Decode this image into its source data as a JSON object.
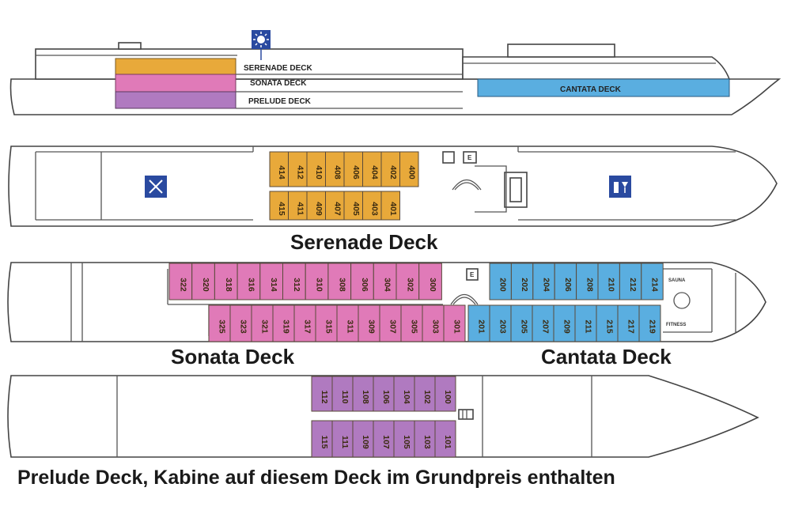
{
  "profile": {
    "labels": {
      "serenade": "SERENADE DECK",
      "sonata": "SONATA DECK",
      "prelude": "PRELUDE DECK",
      "cantata": "CANTATA DECK"
    }
  },
  "decks": {
    "serenade": {
      "caption": "Serenade Deck",
      "top_cabins": [
        "414",
        "412",
        "410",
        "408",
        "406",
        "404",
        "402",
        "400"
      ],
      "bottom_cabins": [
        "415",
        "411",
        "409",
        "407",
        "405",
        "403",
        "401"
      ]
    },
    "sonata_cantata": {
      "caption_sonata": "Sonata Deck",
      "caption_cantata": "Cantata Deck",
      "sonata_top": [
        "322",
        "320",
        "318",
        "316",
        "314",
        "312",
        "310",
        "308",
        "306",
        "304",
        "302",
        "300"
      ],
      "sonata_bottom": [
        "325",
        "323",
        "321",
        "319",
        "317",
        "315",
        "311",
        "309",
        "307",
        "305",
        "303",
        "301"
      ],
      "cantata_top": [
        "200",
        "202",
        "204",
        "206",
        "208",
        "210",
        "212",
        "214"
      ],
      "cantata_bottom": [
        "201",
        "203",
        "205",
        "207",
        "209",
        "211",
        "215",
        "217",
        "219"
      ],
      "sauna": "SAUNA",
      "fitness": "FITNESS"
    },
    "prelude": {
      "caption": "Prelude Deck, Kabine auf diesem Deck im Grundpreis enthalten",
      "top_cabins": [
        "112",
        "110",
        "108",
        "106",
        "104",
        "102",
        "100"
      ],
      "bottom_cabins": [
        "115",
        "111",
        "109",
        "107",
        "105",
        "103",
        "101"
      ]
    }
  },
  "elevator_label": "E",
  "colors": {
    "serenade": "#e8a93a",
    "sonata": "#e07ab8",
    "prelude": "#b07ac0",
    "cantata": "#5aaee0",
    "icon": "#2a4aa0"
  },
  "icons": {
    "sun_deck": "sun-icon",
    "restaurant": "restaurant-icon",
    "bar": "bar-icon"
  }
}
